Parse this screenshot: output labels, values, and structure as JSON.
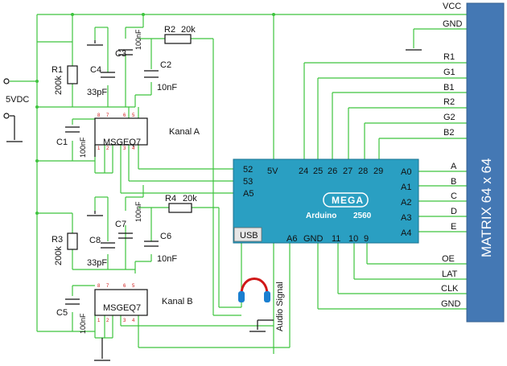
{
  "power": {
    "label": "5VDC"
  },
  "resistors": [
    {
      "ref": "R1",
      "value": "200k"
    },
    {
      "ref": "R2",
      "value": "20k"
    },
    {
      "ref": "R3",
      "value": "200k"
    },
    {
      "ref": "R4",
      "value": "20k"
    }
  ],
  "capacitors": [
    {
      "ref": "C1",
      "value": "100nF"
    },
    {
      "ref": "C2",
      "value": "10nF"
    },
    {
      "ref": "C3",
      "value": "100nF"
    },
    {
      "ref": "C4",
      "value": "33pF"
    },
    {
      "ref": "C5",
      "value": "100nF"
    },
    {
      "ref": "C6",
      "value": "10nF"
    },
    {
      "ref": "C7",
      "value": "100nF"
    },
    {
      "ref": "C8",
      "value": "33pF"
    }
  ],
  "chips": [
    {
      "name": "MSGEQ7",
      "channel": "Kanal A"
    },
    {
      "name": "MSGEQ7",
      "channel": "Kanal B"
    }
  ],
  "chip_pins_top": [
    "8",
    "7",
    "6",
    "5"
  ],
  "chip_pins_bottom": [
    "1",
    "2",
    "3",
    "4"
  ],
  "arduino": {
    "left_pins": [
      "52",
      "53",
      "A5"
    ],
    "five_v": "5V",
    "top_pins": [
      "24",
      "25",
      "26",
      "27",
      "28",
      "29"
    ],
    "right_pins": [
      "A0",
      "A1",
      "A2",
      "A3",
      "A4"
    ],
    "bottom_pins": [
      "A6",
      "GND",
      "11",
      "10",
      "9"
    ],
    "logo": "MEGA",
    "name": "Arduino",
    "model": "2560",
    "usb": "USB"
  },
  "audio": {
    "label": "Audio Signal"
  },
  "matrix": {
    "title": "MATRIX 64 x 64",
    "top_pins": [
      "VCC",
      "GND"
    ],
    "rgb_pins": [
      "R1",
      "G1",
      "B1",
      "R2",
      "G2",
      "B2"
    ],
    "addr_pins": [
      "A",
      "B",
      "C",
      "D",
      "E"
    ],
    "ctrl_pins": [
      "OE",
      "LAT",
      "CLK",
      "GND"
    ]
  },
  "colors": {
    "wire": "#3ec43e",
    "arduino_board": "#2a9fc2",
    "matrix_panel": "#4478b4",
    "pin_numbers": "#d01818"
  }
}
